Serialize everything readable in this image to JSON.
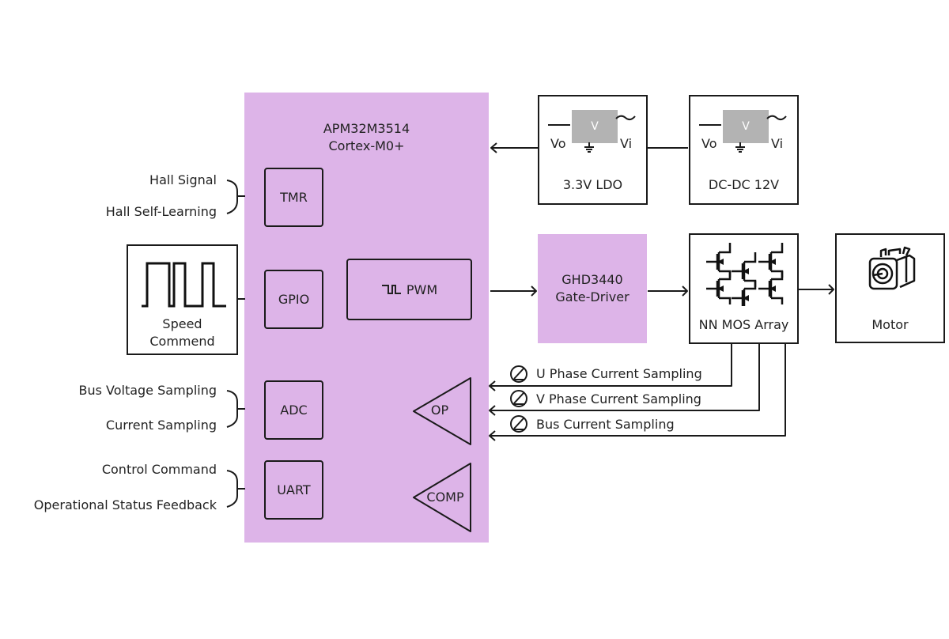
{
  "mcu": {
    "name": "APM32M3514",
    "core": "Cortex-M0+",
    "color": "#ddb4e8",
    "peripherals": {
      "tmr": "TMR",
      "gpio": "GPIO",
      "pwm": "PWM",
      "adc": "ADC",
      "uart": "UART",
      "op": "OP",
      "comp": "COMP"
    }
  },
  "inputs": {
    "tmr": [
      "Hall Signal",
      "Hall Self-Learning"
    ],
    "adc": [
      "Bus Voltage Sampling",
      "Current Sampling"
    ],
    "uart": [
      "Control Command",
      "Operational Status Feedback"
    ],
    "speed": [
      "Speed",
      "Commend"
    ]
  },
  "power": {
    "ldo": {
      "label": "3.3V LDO",
      "chip": "V",
      "out": "Vo",
      "in": "Vi"
    },
    "dcdc": {
      "label": "DC-DC 12V",
      "chip": "V",
      "out": "Vo",
      "in": "Vi"
    },
    "chip_color": "#b3b3b3"
  },
  "driver": {
    "line1": "GHD3440",
    "line2": "Gate-Driver",
    "color": "#ddb4e8"
  },
  "mos": {
    "label": "NN MOS Array"
  },
  "motor": {
    "label": "Motor"
  },
  "sampling": [
    {
      "label": "U Phase Current Sampling",
      "meter": "U"
    },
    {
      "label": "V Phase Current Sampling",
      "meter": "V"
    },
    {
      "label": "Bus Current Sampling",
      "meter": "I"
    }
  ]
}
